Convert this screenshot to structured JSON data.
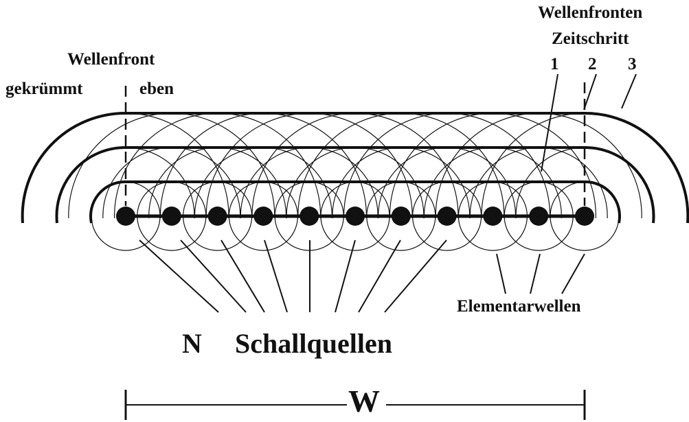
{
  "labels": {
    "wavefronts_title": "Wellenfronten",
    "time_step": "Zeitschritt",
    "step_1": "1",
    "step_2": "2",
    "step_3": "3",
    "wavefront": "Wellenfront",
    "curved": "gekrümmt",
    "flat": "eben",
    "elementary_waves": "Elementarwellen",
    "n": "N",
    "sources": "Schallquellen",
    "width": "W"
  },
  "source_count": 11,
  "colors": {
    "ink": "#111111",
    "paper": "#ffffff"
  }
}
